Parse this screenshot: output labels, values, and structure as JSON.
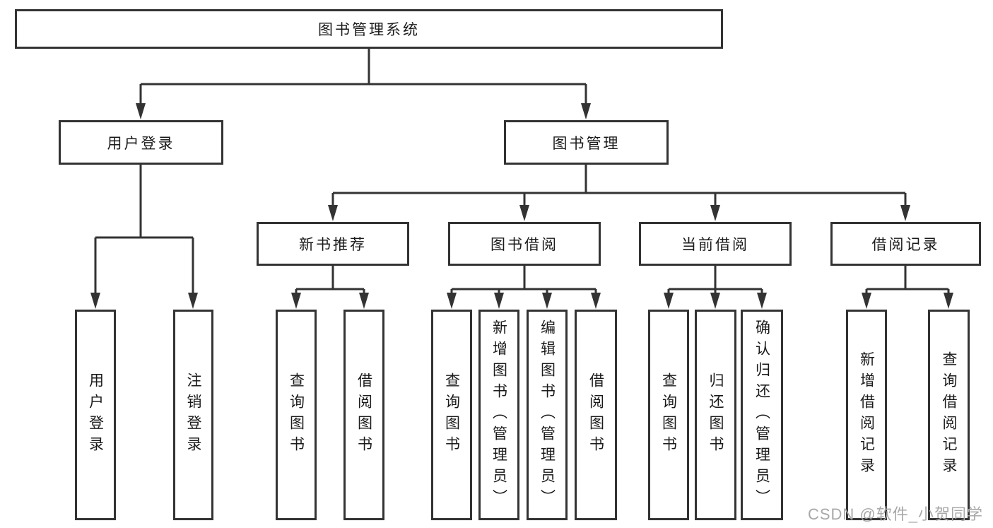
{
  "diagram": {
    "root": "图书管理系统",
    "level2": {
      "user_login": "用户登录",
      "book_mgmt": "图书管理"
    },
    "level3": {
      "new_books": "新书推荐",
      "book_borrow": "图书借阅",
      "current_borrow": "当前借阅",
      "borrow_records": "借阅记录"
    },
    "leaves": {
      "login": "用户登录",
      "logout": "注销登录",
      "nb_query": "查询图书",
      "nb_borrow": "借阅图书",
      "bw_query": "查询图书",
      "bw_add": "新增图书（管理员）",
      "bw_edit": "编辑图书（管理员）",
      "bw_borrow": "借阅图书",
      "cb_query": "查询图书",
      "cb_return": "归还图书",
      "cb_confirm": "确认归还（管理员）",
      "rc_add": "新增借阅记录",
      "rc_query": "查询借阅记录"
    },
    "line_color": "#333333"
  },
  "watermark": "CSDN @软件_小贺同学"
}
